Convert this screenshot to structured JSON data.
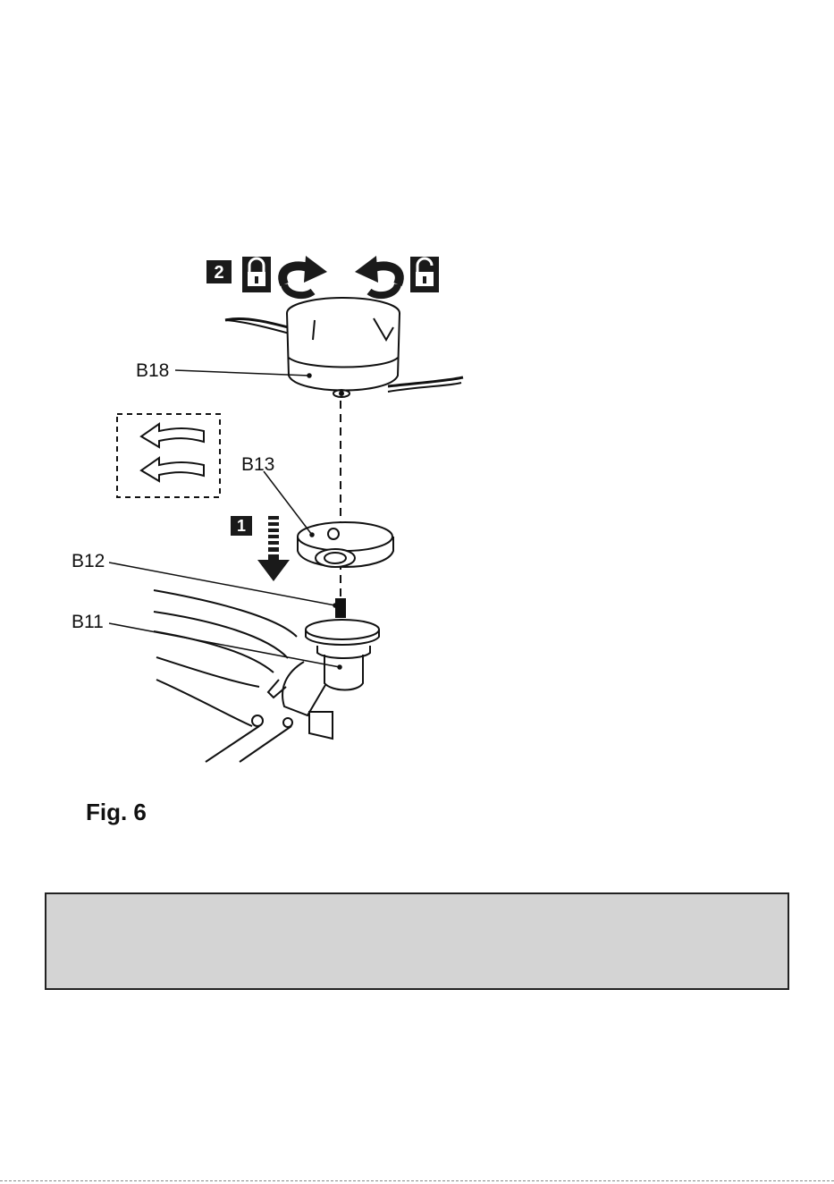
{
  "figure": {
    "caption": "Fig. 6",
    "steps": [
      {
        "number": "1",
        "meaning": "push-down"
      },
      {
        "number": "2",
        "meaning": "twist-lock"
      }
    ],
    "parts": [
      {
        "id": "B18",
        "label": "B18"
      },
      {
        "id": "B13",
        "label": "B13"
      },
      {
        "id": "B12",
        "label": "B12"
      },
      {
        "id": "B11",
        "label": "B11"
      }
    ],
    "icons": [
      "lock-closed-icon",
      "rotate-clockwise-icon",
      "rotate-counterclockwise-icon",
      "lock-open-icon",
      "curved-arrow-left-icon",
      "down-arrow-icon"
    ]
  },
  "note_box": {
    "text": ""
  },
  "colors": {
    "line": "#111111",
    "note_background": "#d4d4d4",
    "badge": "#1a1a1a"
  }
}
